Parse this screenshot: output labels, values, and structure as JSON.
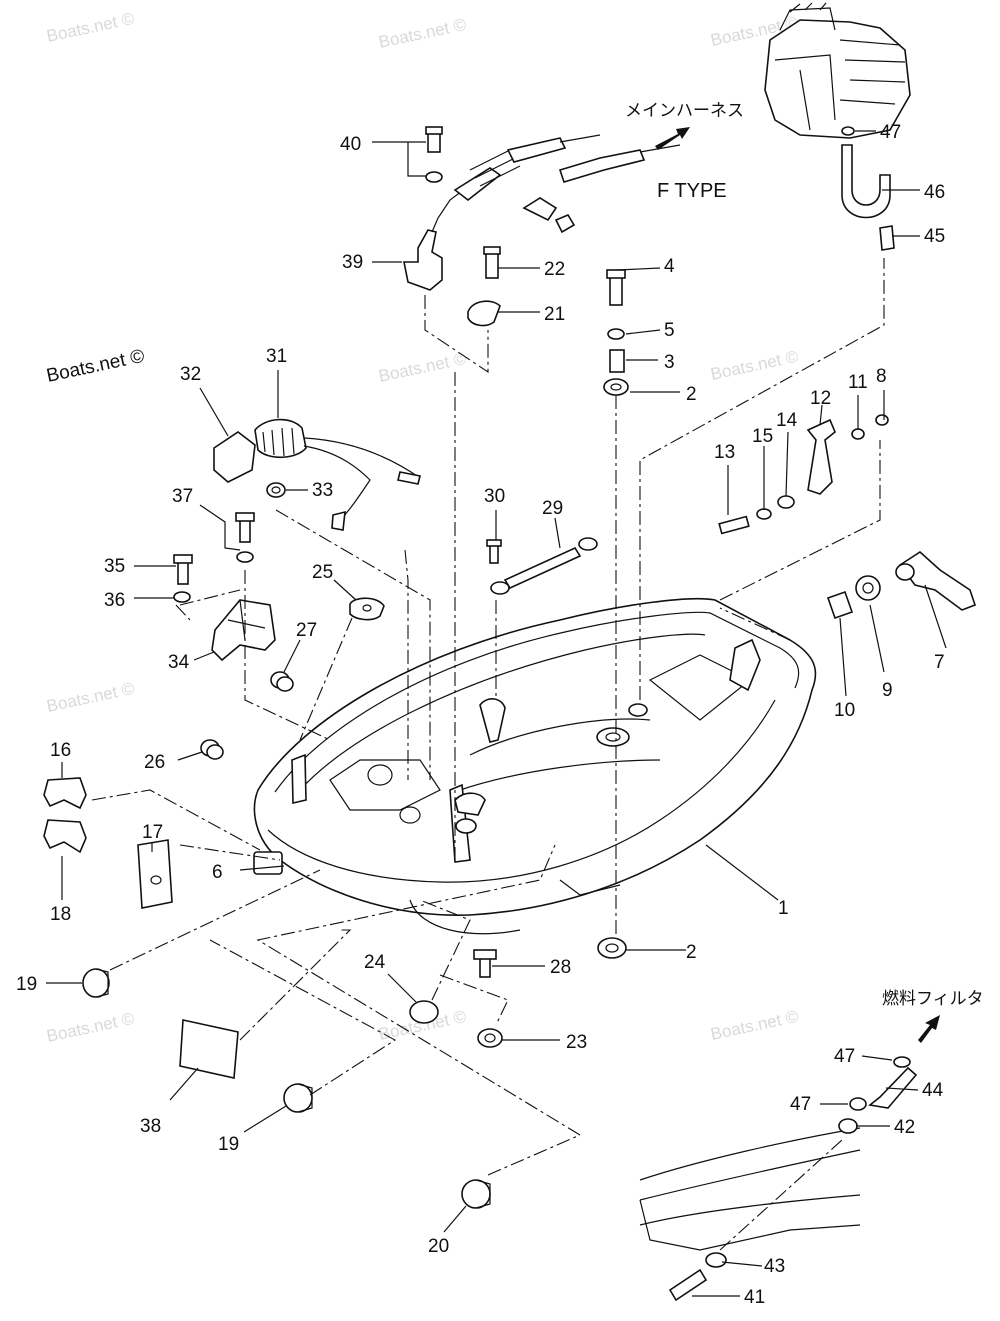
{
  "watermarks": {
    "text": "Boats.net ©",
    "main_text": "Boats.net ©"
  },
  "labels": {
    "main_harness": "メインハーネス",
    "fuel_filter": "燃料フィルタ",
    "f_type": "F TYPE"
  },
  "callouts": [
    {
      "n": "1"
    },
    {
      "n": "2"
    },
    {
      "n": "2"
    },
    {
      "n": "3"
    },
    {
      "n": "4"
    },
    {
      "n": "5"
    },
    {
      "n": "6"
    },
    {
      "n": "7"
    },
    {
      "n": "8"
    },
    {
      "n": "9"
    },
    {
      "n": "10"
    },
    {
      "n": "11"
    },
    {
      "n": "12"
    },
    {
      "n": "13"
    },
    {
      "n": "14"
    },
    {
      "n": "15"
    },
    {
      "n": "16"
    },
    {
      "n": "17"
    },
    {
      "n": "18"
    },
    {
      "n": "19"
    },
    {
      "n": "19"
    },
    {
      "n": "20"
    },
    {
      "n": "21"
    },
    {
      "n": "22"
    },
    {
      "n": "23"
    },
    {
      "n": "24"
    },
    {
      "n": "25"
    },
    {
      "n": "26"
    },
    {
      "n": "27"
    },
    {
      "n": "28"
    },
    {
      "n": "29"
    },
    {
      "n": "30"
    },
    {
      "n": "31"
    },
    {
      "n": "32"
    },
    {
      "n": "33"
    },
    {
      "n": "34"
    },
    {
      "n": "35"
    },
    {
      "n": "36"
    },
    {
      "n": "37"
    },
    {
      "n": "38"
    },
    {
      "n": "39"
    },
    {
      "n": "40"
    },
    {
      "n": "41"
    },
    {
      "n": "42"
    },
    {
      "n": "43"
    },
    {
      "n": "44"
    },
    {
      "n": "45"
    },
    {
      "n": "46"
    },
    {
      "n": "47"
    },
    {
      "n": "47"
    },
    {
      "n": "47"
    }
  ]
}
